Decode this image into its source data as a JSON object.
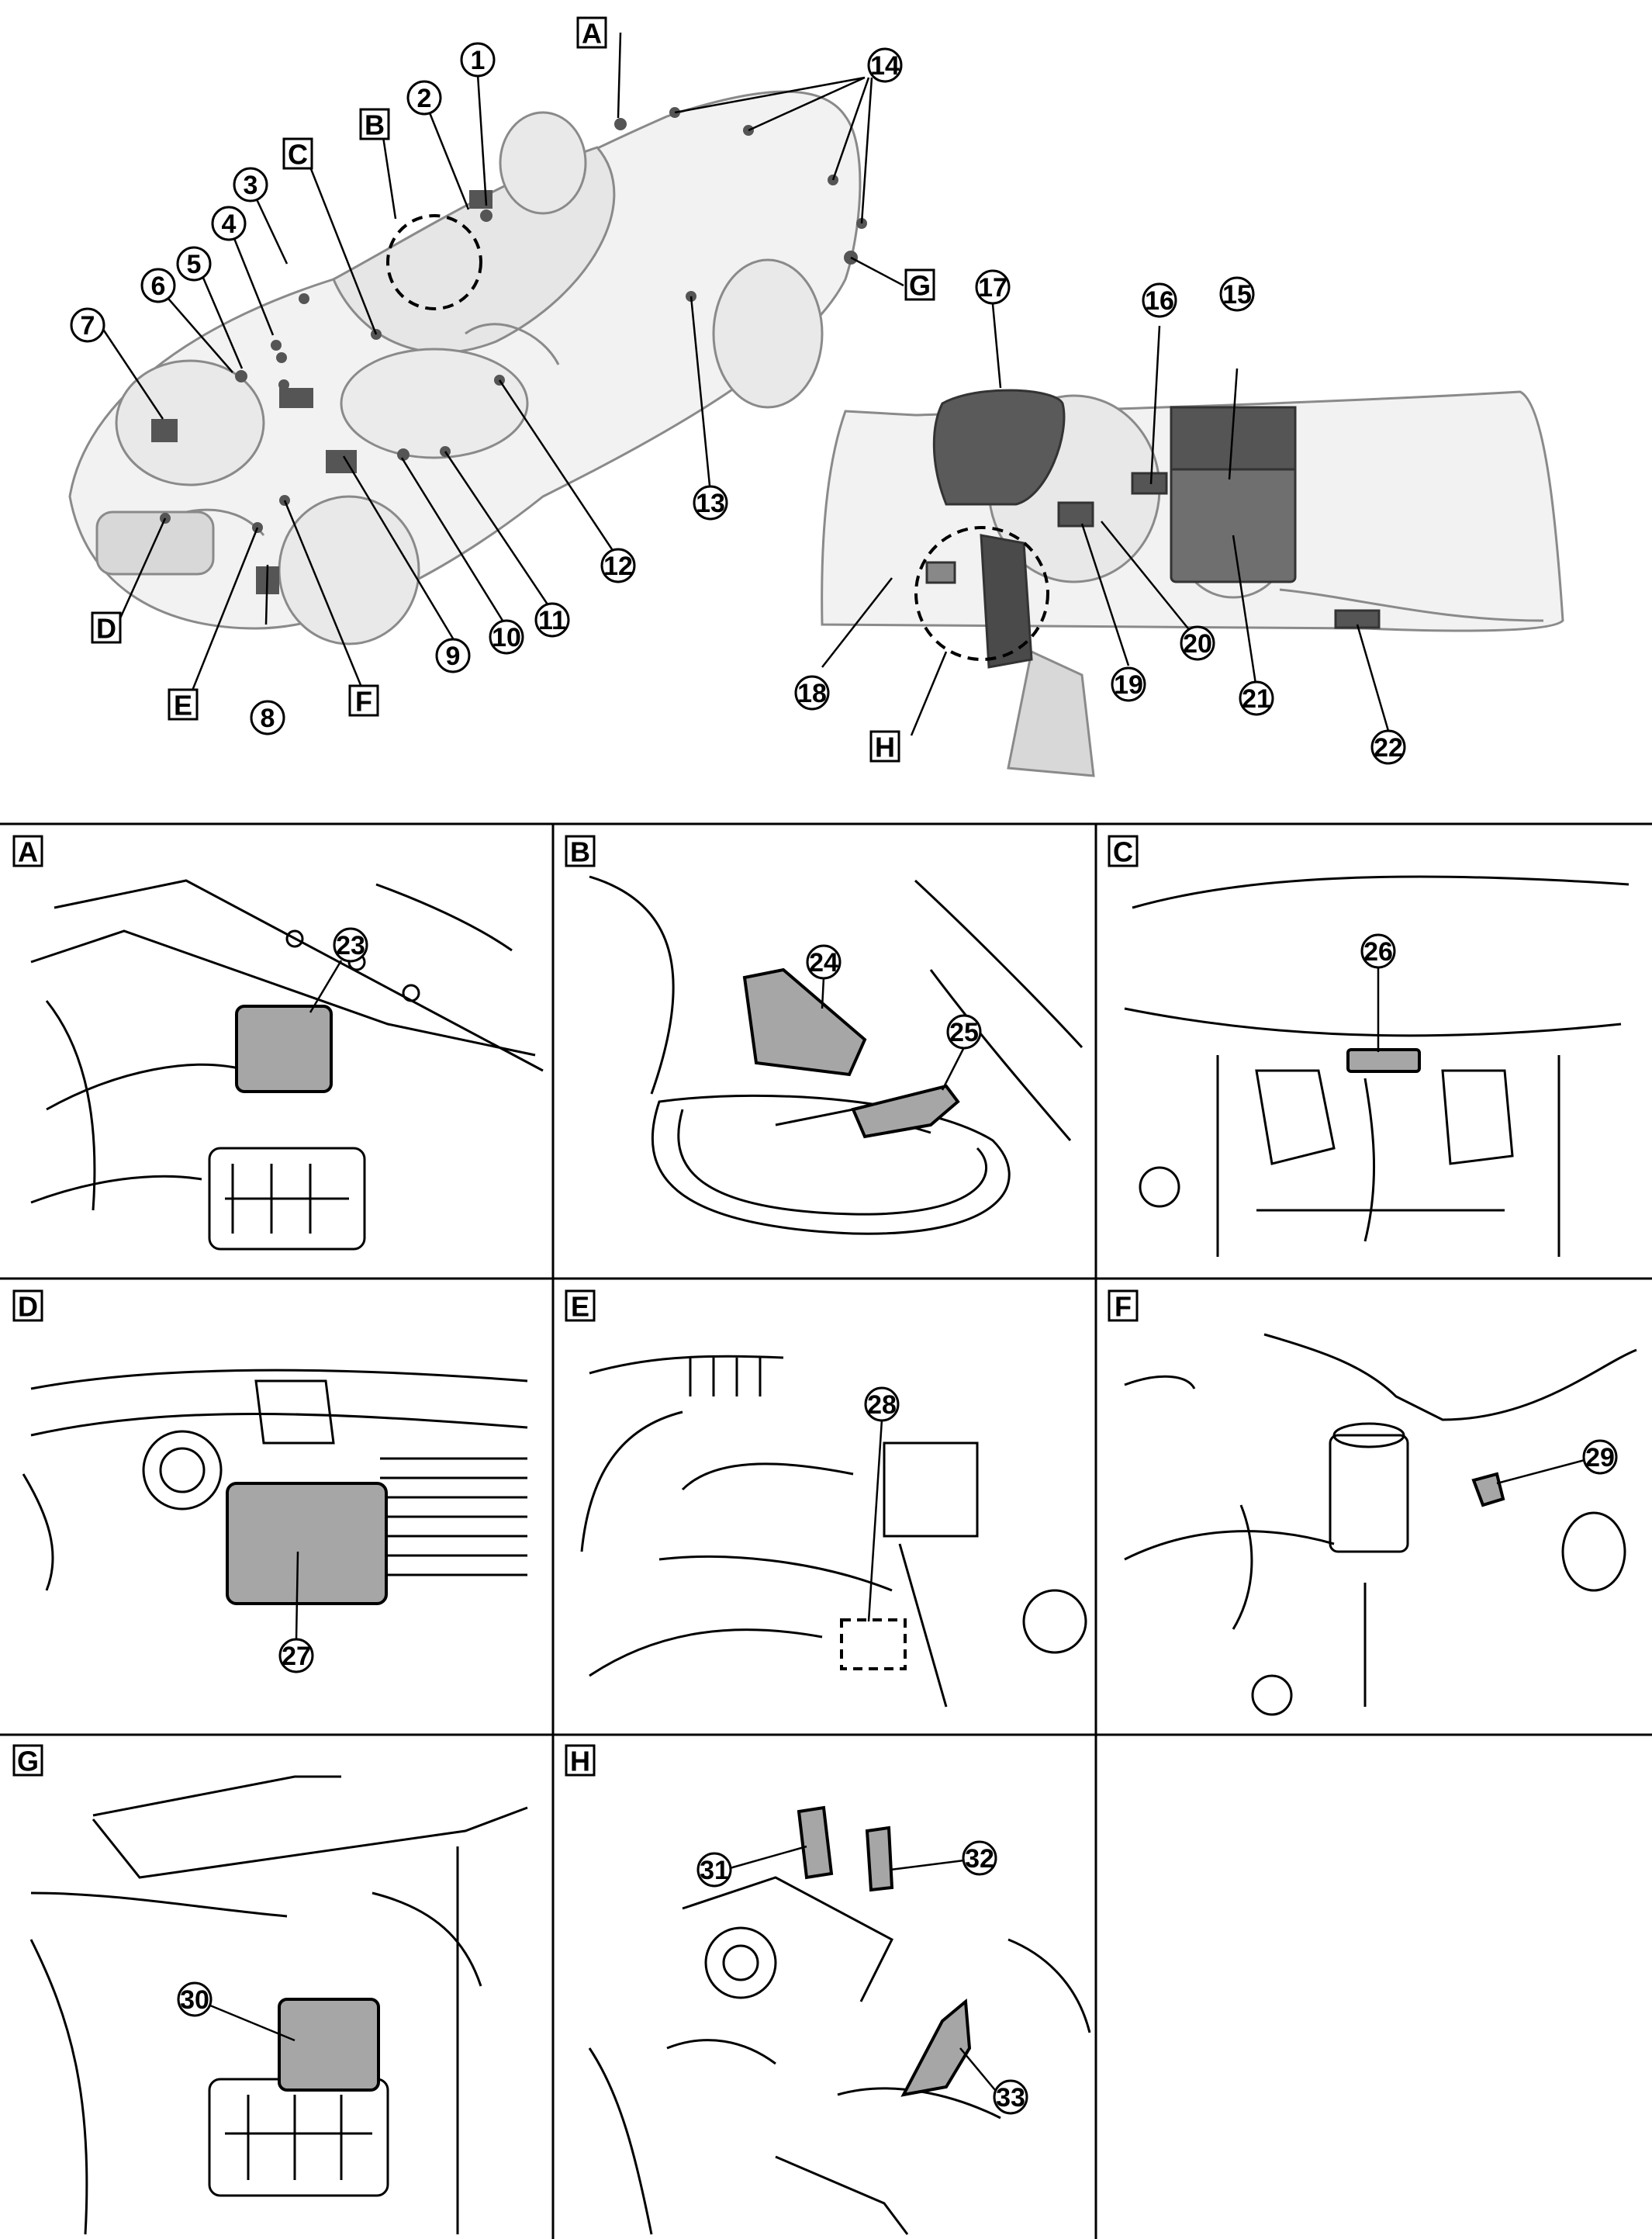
{
  "overview": {
    "view_letters": [
      "A",
      "B",
      "C",
      "D",
      "E",
      "F",
      "G",
      "H"
    ],
    "numbered_callouts": [
      "1",
      "2",
      "3",
      "4",
      "5",
      "6",
      "7",
      "8",
      "9",
      "10",
      "11",
      "12",
      "13",
      "14",
      "15",
      "16",
      "17",
      "18",
      "19",
      "20",
      "21",
      "22"
    ]
  },
  "panels": [
    {
      "letter": "A",
      "callouts": [
        "23"
      ]
    },
    {
      "letter": "B",
      "callouts": [
        "24",
        "25"
      ]
    },
    {
      "letter": "C",
      "callouts": [
        "26"
      ]
    },
    {
      "letter": "D",
      "callouts": [
        "27"
      ]
    },
    {
      "letter": "E",
      "callouts": [
        "28"
      ]
    },
    {
      "letter": "F",
      "callouts": [
        "29"
      ]
    },
    {
      "letter": "G",
      "callouts": [
        "30"
      ]
    },
    {
      "letter": "H",
      "callouts": [
        "31",
        "32",
        "33"
      ]
    }
  ]
}
